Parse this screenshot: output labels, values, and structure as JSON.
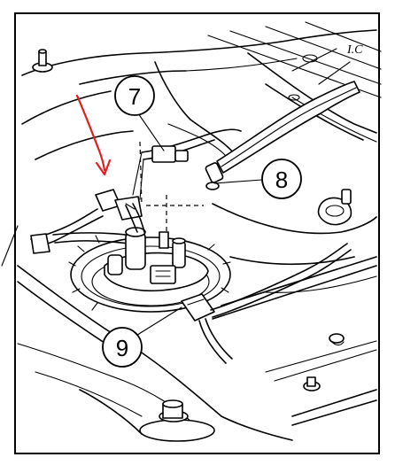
{
  "callouts": [
    {
      "id": "7",
      "label": "7"
    },
    {
      "id": "8",
      "label": "8"
    },
    {
      "id": "9",
      "label": "9"
    }
  ],
  "stamp_text": "I.C",
  "annotation": {
    "type": "arrow",
    "color": "#e02020"
  },
  "colors": {
    "line": "#000000",
    "background": "#ffffff",
    "annotation": "#e02020"
  }
}
